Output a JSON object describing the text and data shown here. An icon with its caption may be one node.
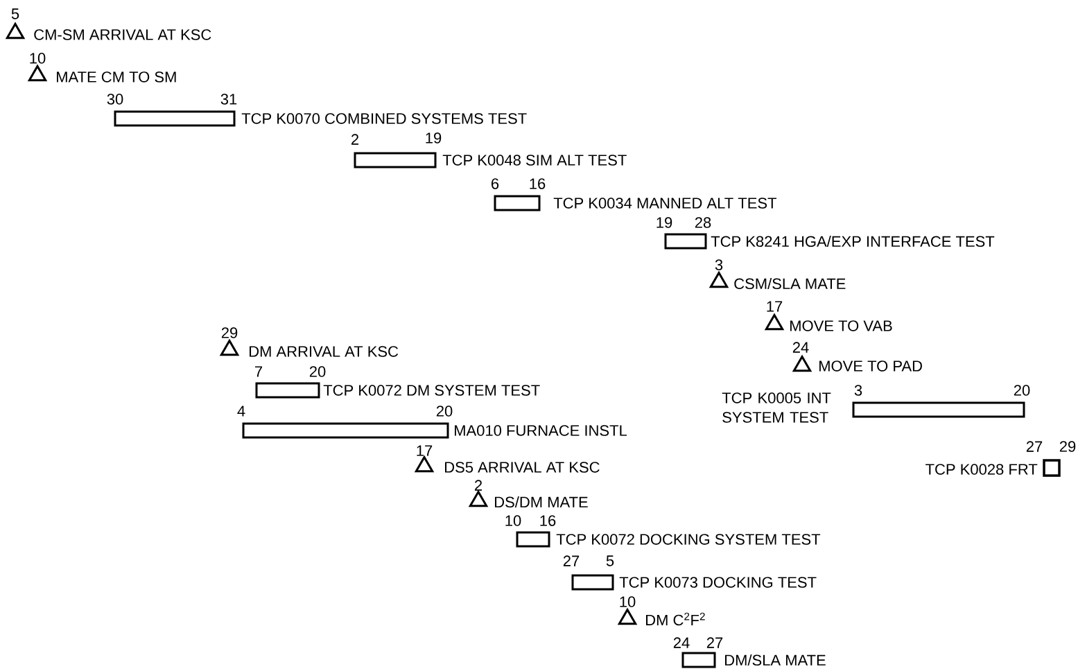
{
  "diagram": {
    "nodes": [
      {
        "text": [],
        "shape": "triangle",
        "beside": [
          "5",
          "CM-SM ARRIVAL AT KSC"
        ]
      },
      {
        "text": [],
        "shape": "triangle",
        "beside": [
          "10",
          "MATE CM TO SM"
        ]
      },
      {
        "text": [],
        "shape": "bar",
        "beside": [
          "30",
          "31",
          "TCP K0070 COMBINED SYSTEMS TEST"
        ]
      },
      {
        "text": [],
        "shape": "bar",
        "beside": [
          "2",
          "19",
          "TCP K0048 SIM ALT TEST"
        ]
      },
      {
        "text": [],
        "shape": "bar",
        "beside": [
          "6",
          "16",
          "TCP K0034 MANNED ALT TEST"
        ]
      },
      {
        "text": [],
        "shape": "bar",
        "beside": [
          "19",
          "28",
          "TCP K8241 HGA/EXP INTERFACE TEST"
        ]
      },
      {
        "text": [],
        "shape": "triangle",
        "beside": [
          "3",
          "CSM/SLA MATE"
        ]
      },
      {
        "text": [],
        "shape": "triangle",
        "beside": [
          "17",
          "MOVE TO VAB"
        ]
      },
      {
        "text": [],
        "shape": "triangle",
        "beside": [
          "29",
          "DM ARRIVAL AT KSC"
        ]
      },
      {
        "text": [],
        "shape": "triangle",
        "beside": [
          "24",
          "MOVE TO PAD"
        ]
      },
      {
        "text": [],
        "shape": "bar",
        "beside": [
          "7",
          "20",
          "TCP K0072 DM SYSTEM TEST"
        ]
      },
      {
        "text": [],
        "shape": "bar",
        "beside": [
          "3",
          "20",
          "TCP K0005 INT SYSTEM TEST"
        ]
      },
      {
        "text": [],
        "shape": "bar",
        "beside": [
          "4",
          "20",
          "MA010 FURNACE INSTL"
        ]
      },
      {
        "text": [],
        "shape": "triangle",
        "beside": [
          "17",
          "DS5 ARRIVAL AT KSC"
        ]
      },
      {
        "text": [],
        "shape": "box",
        "beside": [
          "27",
          "29",
          "TCP K0028 FRT"
        ]
      },
      {
        "text": [],
        "shape": "triangle",
        "beside": [
          "2",
          "DS/DM MATE"
        ]
      },
      {
        "text": [],
        "shape": "bar",
        "beside": [
          "10",
          "16",
          "TCP K0072 DOCKING SYSTEM TEST"
        ]
      },
      {
        "text": [],
        "shape": "bar",
        "beside": [
          "27",
          "5",
          "TCP K0073 DOCKING TEST"
        ]
      },
      {
        "text": [],
        "shape": "triangle",
        "beside": [
          "10",
          "DM C$^{2}$F$^{2}$"
        ]
      },
      {
        "text": [],
        "shape": "bar",
        "beside": [
          "24",
          "27",
          "DM/SLA MATE"
        ]
      }
    ]
  }
}
